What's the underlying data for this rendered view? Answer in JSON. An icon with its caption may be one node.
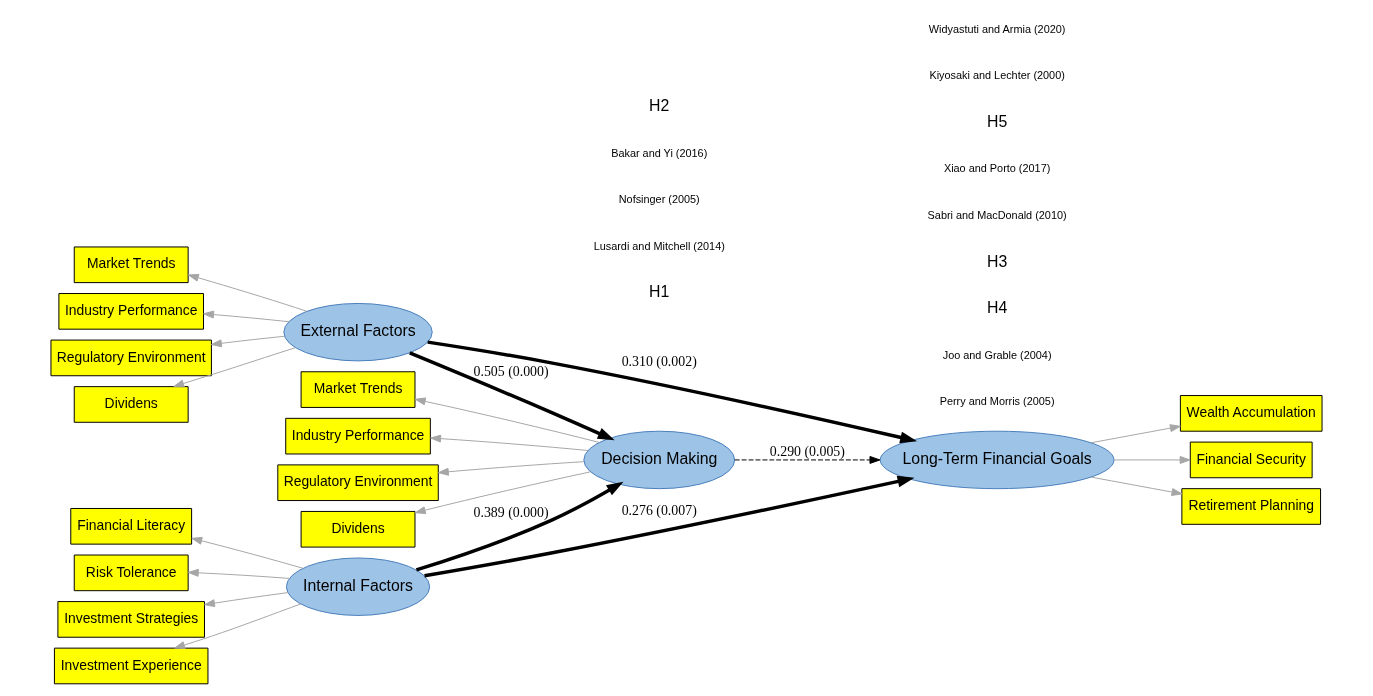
{
  "diagram": {
    "nodes": [
      {
        "text": [
          "Internal Factors"
        ]
      },
      {
        "text": [
          "Financial Literacy"
        ]
      },
      {
        "text": [
          "Risk Tolerance"
        ]
      },
      {
        "text": [
          "Investment Strategies"
        ]
      },
      {
        "text": [
          "Investment Experience"
        ]
      },
      {
        "text": [
          "Decision Making"
        ]
      },
      {
        "text": [
          "Market Trends"
        ]
      },
      {
        "text": [
          "Industry Performance"
        ]
      },
      {
        "text": [
          "Regulatory Environment"
        ]
      },
      {
        "text": [
          "Dividens"
        ]
      },
      {
        "text": [
          "External Factors"
        ]
      },
      {
        "text": [
          "Market Trends"
        ]
      },
      {
        "text": [
          "Industry Performance"
        ]
      },
      {
        "text": [
          "Regulatory Environment"
        ]
      },
      {
        "text": [
          "Dividens"
        ]
      },
      {
        "text": [
          "Long-Term Financial Goals"
        ]
      },
      {
        "text": [
          "Wealth Accumulation"
        ]
      },
      {
        "text": [
          "Financial Security"
        ]
      },
      {
        "text": [
          "Retirement Planning"
        ]
      }
    ],
    "edges": [
      {
        "from": 0,
        "to": 1,
        "arrow": "to"
      },
      {
        "from": 0,
        "to": 2,
        "arrow": "to"
      },
      {
        "from": 0,
        "to": 3,
        "arrow": "to"
      },
      {
        "from": 0,
        "to": 4,
        "arrow": "to"
      },
      {
        "from": 5,
        "to": 6,
        "arrow": "to"
      },
      {
        "from": 5,
        "to": 7,
        "arrow": "to"
      },
      {
        "from": 5,
        "to": 8,
        "arrow": "to"
      },
      {
        "from": 5,
        "to": 9,
        "arrow": "to"
      },
      {
        "from": 10,
        "to": 11,
        "arrow": "to"
      },
      {
        "from": 10,
        "to": 12,
        "arrow": "to"
      },
      {
        "from": 10,
        "to": 13,
        "arrow": "to"
      },
      {
        "from": 10,
        "to": 14,
        "arrow": "to"
      },
      {
        "from": 15,
        "to": 16,
        "arrow": "to"
      },
      {
        "from": 15,
        "to": 17,
        "arrow": "to"
      },
      {
        "from": 15,
        "to": 18,
        "arrow": "to"
      },
      {
        "from": 0,
        "to": 5,
        "arrow": "to",
        "label": "0.389 (0.000)",
        "style": "thick",
        "color": "#000000"
      },
      {
        "from": 10,
        "to": 5,
        "arrow": "to",
        "label": "0.505 (0.000)",
        "style": "thick",
        "color": "#000000"
      },
      {
        "from": 5,
        "to": 15,
        "arrow": "to",
        "label": "0.290 (0.005)",
        "style": "dashed",
        "color": "#000000"
      },
      {
        "from": 0,
        "to": 15,
        "arrow": "to",
        "label": "0.276 (0.007)",
        "style": "thick",
        "color": "#000000"
      },
      {
        "from": 10,
        "to": 15,
        "arrow": "to",
        "label": "0.310 (0.002)",
        "style": "thick",
        "color": "#000000"
      }
    ],
    "labels": [
      "Perry and Morris (2005)",
      "Joo and Grable (2004)",
      "H4",
      "H1",
      "Lusardi and Mitchell (2014)",
      "H3",
      "Sabri and MacDonald (2010)",
      "Xiao and Porto (2017)",
      "Nofsinger (2005)",
      "Bakar and Yi (2016)",
      "H2",
      "H5",
      "Kiyosaki and Lechter (2000)",
      "Widyastuti and Armia (2020)"
    ]
  }
}
